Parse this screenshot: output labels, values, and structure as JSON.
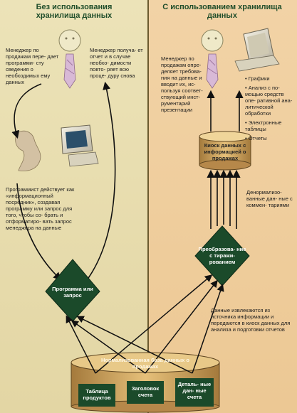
{
  "left_panel": {
    "title": "Без использования хранилища данных",
    "note_manager_request": "Менеджер по продажам пере- дает программи- сту сведения о необходимых ему данных",
    "note_manager_receives": "Менеджер получа- ет отчет и в случае необхо- димости повто- ряет всю проце- дуру снова",
    "note_programmer": "Программист действует как «информационный посредник», создавая программу или запрос для того, чтобы со- брать и отформатиро- вать запрос менеджера на данные",
    "program_box": "Программа или запрос"
  },
  "right_panel": {
    "title": "С использованием хранилища данных",
    "note_manager": "Менеджер по продажам опре- деляет требова- ния на данные и вводит их, ис- пользуя соответ- ствующий инст- рументарий презентации",
    "tools": [
      "Графики",
      "Анализ с по- мощью средств опе- ративной ана- литической обработки",
      "Электронные таблицы",
      "Отчеты"
    ],
    "kiosk": "Киоск данных с информацией о продажах",
    "note_denormalized": "Денормализо- ванные дан- ные с коммен- тариями",
    "transform_box": "Преобразова- ние с тиражи- рованием",
    "note_extracted": "Данные извлекаются из источника информации и передаются в киоск данных для анализа и подготовки отчетов"
  },
  "database": {
    "title": "Нормализованная база данных о продажах",
    "tables": [
      "Таблица продуктов",
      "Заголовок счета",
      "Деталь- ные дан- ные счета"
    ]
  }
}
